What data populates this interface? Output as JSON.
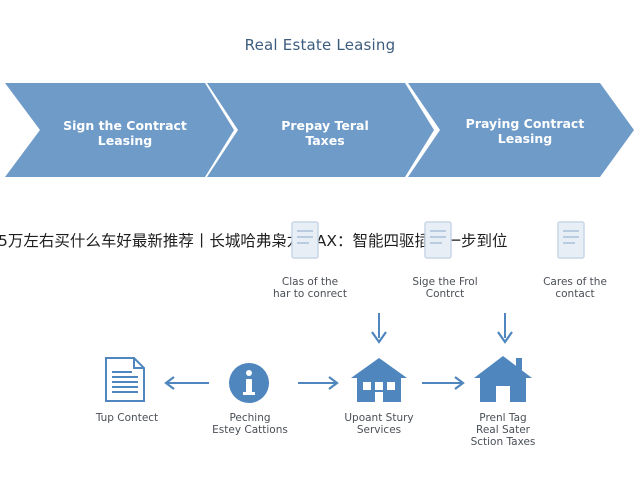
{
  "title": "Real Estate Leasing",
  "chevrons": [
    {
      "label": "Sign the Contract\nLeasing"
    },
    {
      "label": "Prepay Teral\nTaxes"
    },
    {
      "label": "Praying Contract\nLeasing"
    }
  ],
  "overlay_text": "5万左右买什么车好最新推荐丨长城哈弗枭龙MAX：智能四驱插混一步到位",
  "top_docs": [
    {
      "caption": "Clas of the\nhar to conrect",
      "icon": "document-icon"
    },
    {
      "caption": "Sige the Frol\nContrct",
      "icon": "document-icon"
    },
    {
      "caption": "Cares of the\ncontact",
      "icon": "document-icon"
    }
  ],
  "flow_steps": [
    {
      "label": "Tup Contect",
      "icon": "document-icon"
    },
    {
      "label": "Peching\nEstey Cattions",
      "icon": "info-icon"
    },
    {
      "label": "Upoant Stury\nServices",
      "icon": "house-icon"
    },
    {
      "label": "Prenl Tag\nReal Sater\nSction Taxes",
      "icon": "house-icon"
    }
  ],
  "colors": {
    "chevron": "#6f9bc8",
    "icon_blue": "#4f86bd",
    "arrow": "#4f86bd",
    "title": "#3d5d7e"
  }
}
